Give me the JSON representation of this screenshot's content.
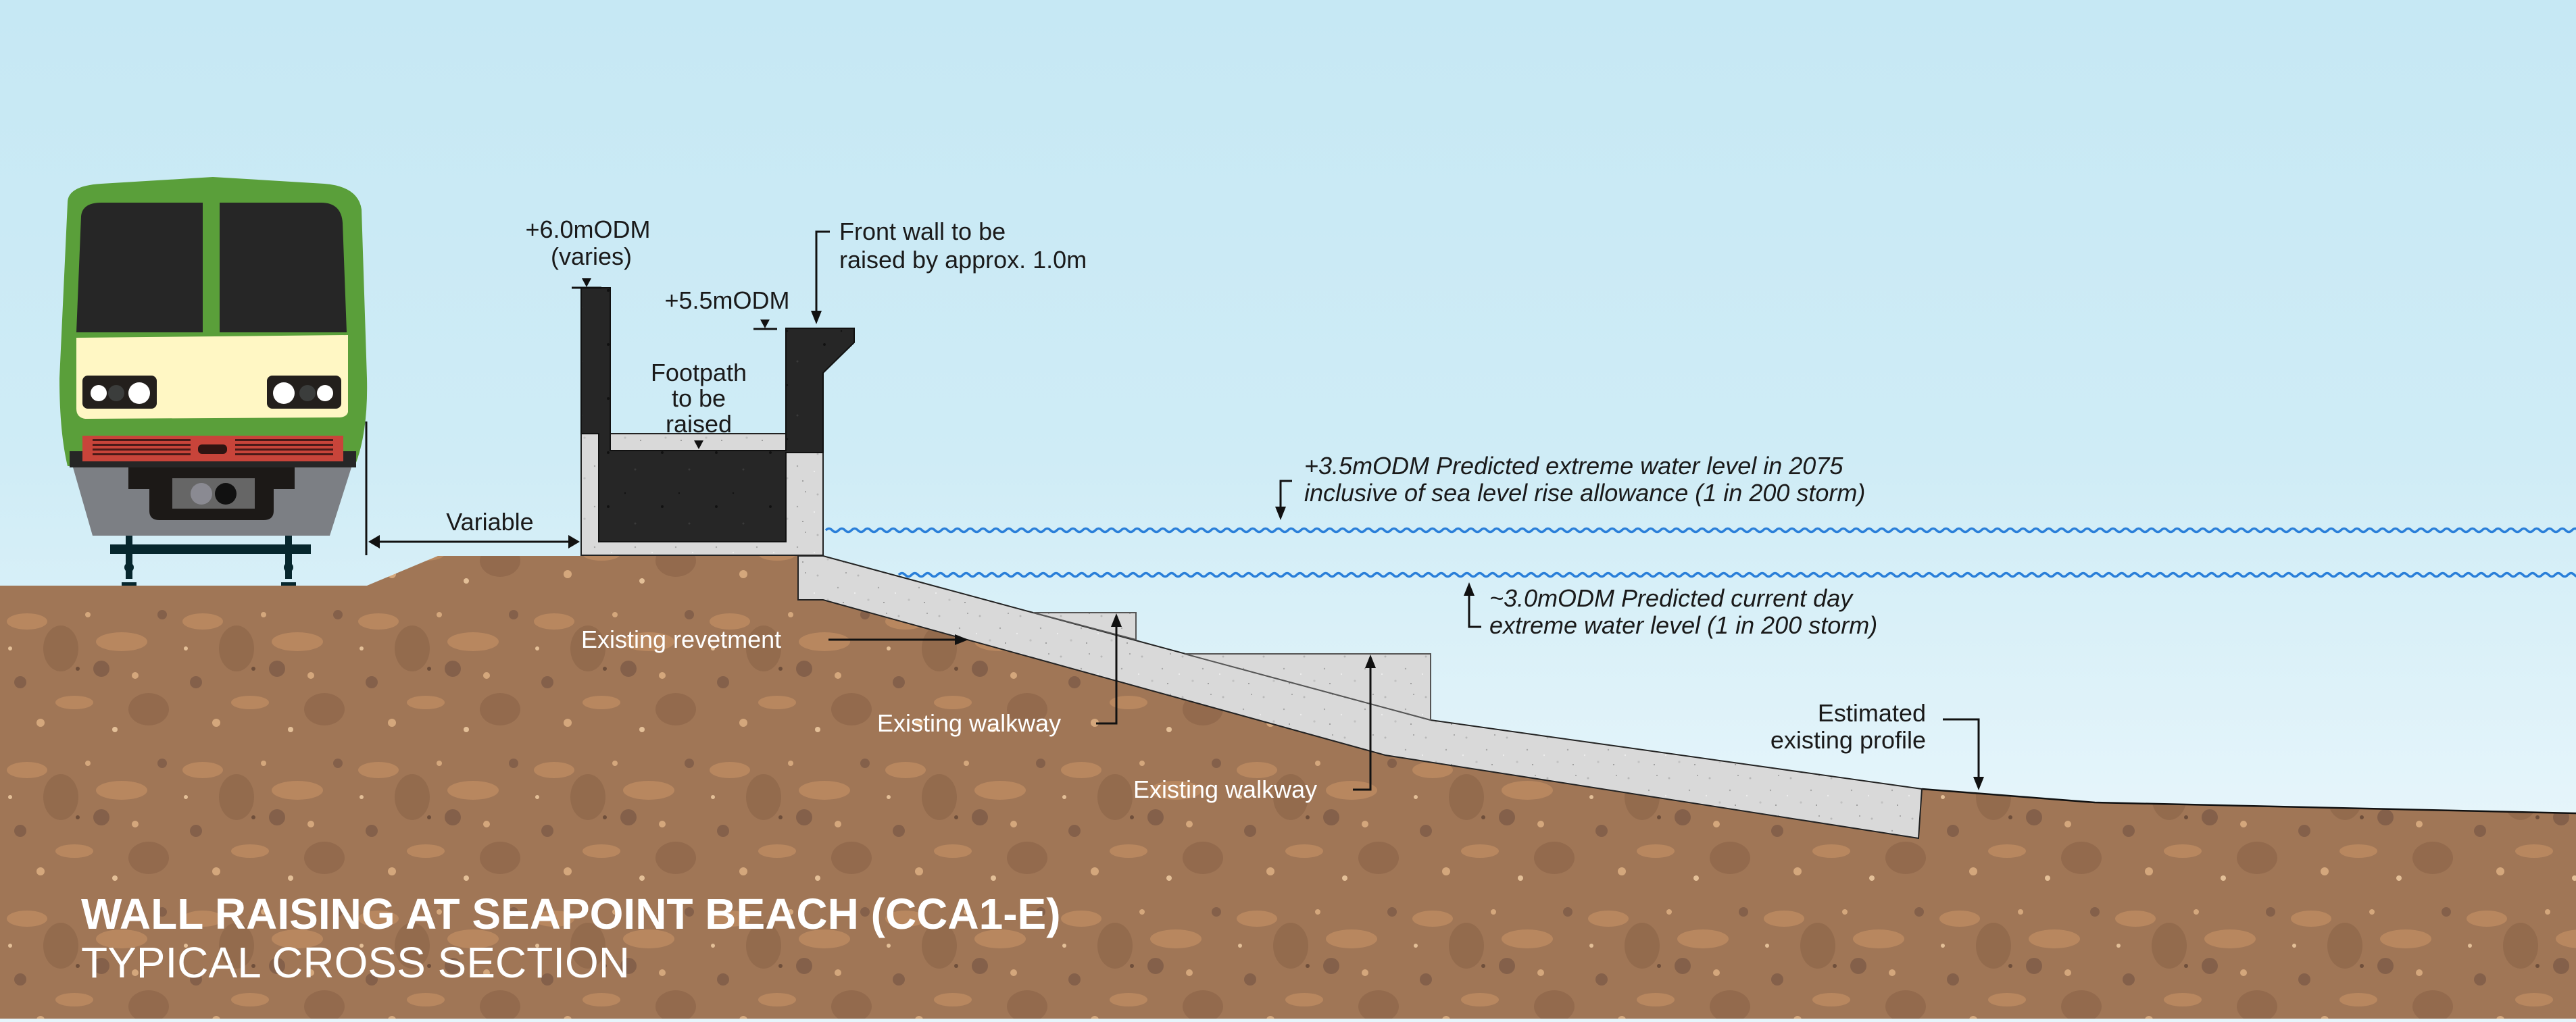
{
  "title": {
    "line1": "WALL RAISING AT SEAPOINT BEACH (CCA1-E)",
    "line2": "TYPICAL CROSS SECTION"
  },
  "annotations": {
    "wall_top_level": "+6.0mODM",
    "wall_top_note": "(varies)",
    "front_wall_level": "+5.5mODM",
    "front_wall_note_line1": "Front wall to be",
    "front_wall_note_line2": "raised by approx. 1.0m",
    "footpath_line1": "Footpath",
    "footpath_line2": "to be",
    "footpath_line3": "raised",
    "variable_dimension": "Variable",
    "future_water_line1": "+3.5mODM Predicted extreme water level in 2075",
    "future_water_line2": "inclusive of sea level rise allowance (1 in 200 storm)",
    "current_water_line1": "~3.0mODM Predicted current day",
    "current_water_line2": "extreme water level (1 in 200 storm)",
    "existing_revetment": "Existing revetment",
    "existing_walkway_upper": "Existing walkway",
    "existing_walkway_lower": "Existing walkway",
    "profile_line1": "Estimated",
    "profile_line2": "existing profile"
  },
  "levels_mODM": {
    "rear_wall_top": 6.0,
    "front_wall_top": 5.5,
    "future_extreme_water_2075": 3.5,
    "current_extreme_water": 3.0,
    "front_wall_raise_m": 1.0
  },
  "colors": {
    "sky_top": "#c6e8f4",
    "sky_bottom": "#eef9fd",
    "soil": "#a07656",
    "soil_dark": "#8a6248",
    "soil_light": "#b8875f",
    "new_concrete": "#262626",
    "existing_concrete": "#d9d9d9",
    "water_line": "#2a7fd9",
    "train_green": "#5a9f3a",
    "train_cream": "#fff7c4",
    "train_red": "#c8443a",
    "train_grey": "#7c7f84"
  }
}
